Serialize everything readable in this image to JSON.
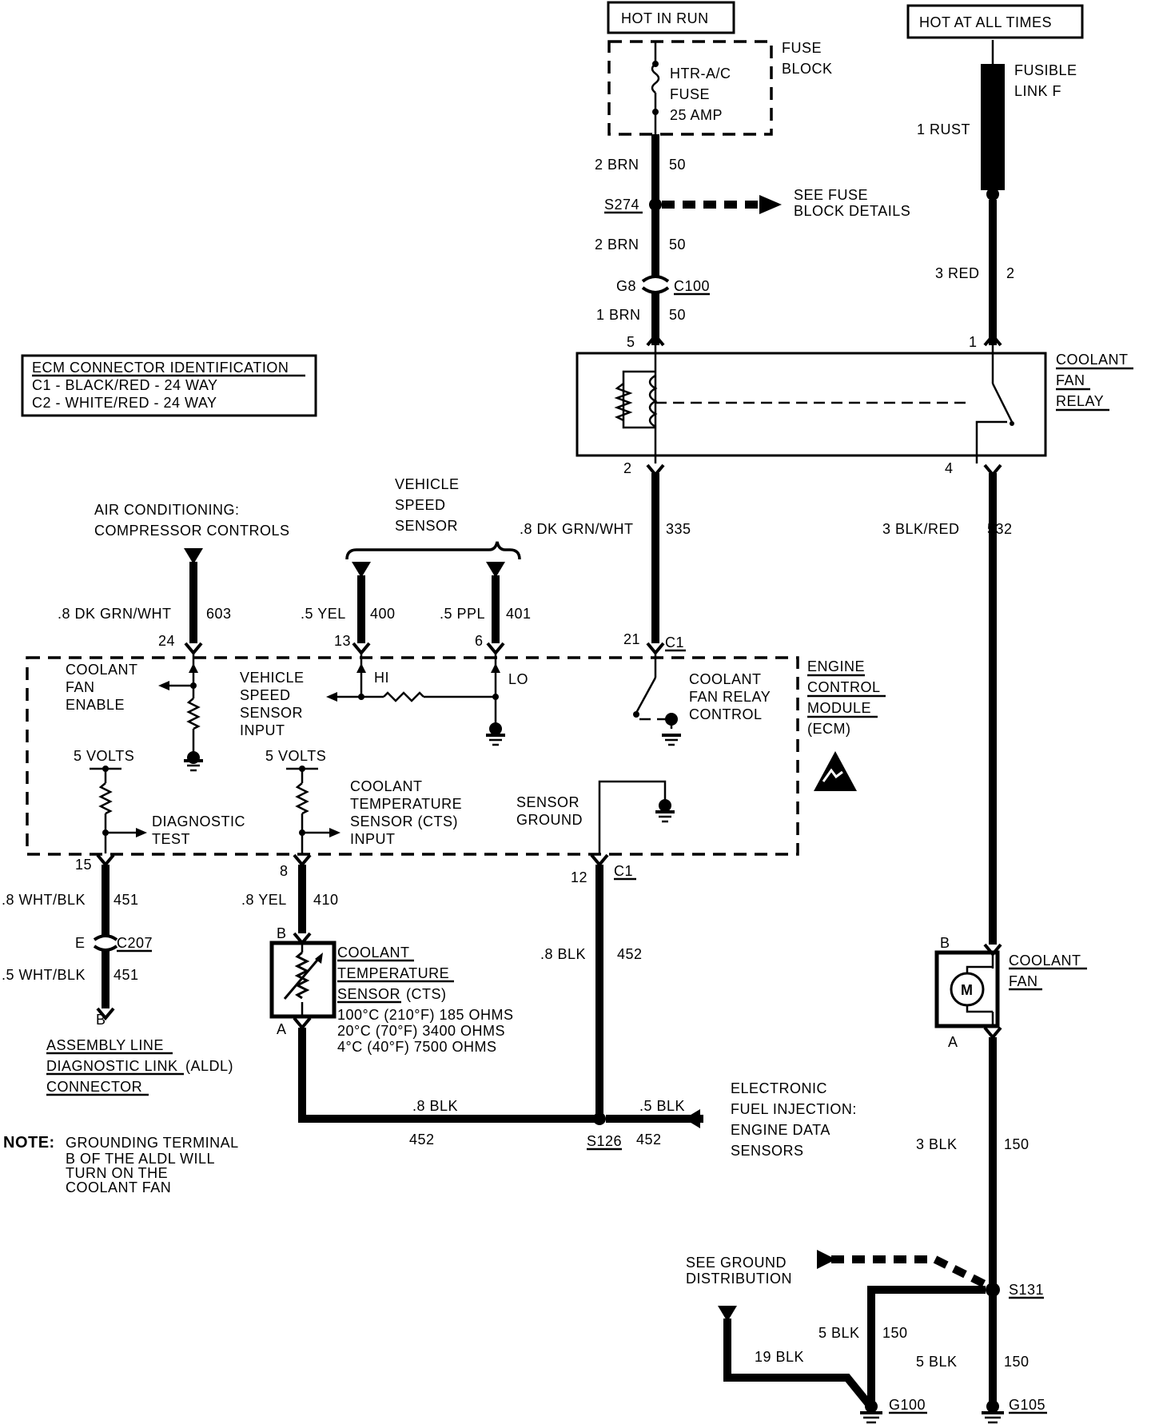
{
  "labels": {
    "hot_in_run": "HOT IN RUN",
    "hot_at_all_times": "HOT AT ALL TIMES",
    "fuse_block_1": "FUSE",
    "fuse_block_2": "BLOCK",
    "fuse_1": "HTR-A/C",
    "fuse_2": "FUSE",
    "fuse_3": "25 AMP",
    "fusible_1": "FUSIBLE",
    "fusible_2": "LINK F",
    "rust": "1 RUST",
    "w_2brn_a": "2 BRN",
    "c50_a": "50",
    "s274": "S274",
    "see_fuse_1": "SEE FUSE",
    "see_fuse_2": "BLOCK DETAILS",
    "w_2brn_b": "2 BRN",
    "c50_b": "50",
    "g8": "G8",
    "c100": "C100",
    "w_1brn": "1 BRN",
    "c50_c": "50",
    "w_3red": "3 RED",
    "c2": "2",
    "pin5": "5",
    "pin1": "1",
    "relay_1": "COOLANT",
    "relay_2": "FAN",
    "relay_3": "RELAY",
    "pin2": "2",
    "pin4": "4",
    "ecm_id_title": "ECM CONNECTOR IDENTIFICATION",
    "ecm_id_c1": "C1 - BLACK/RED - 24 WAY",
    "ecm_id_c2": "C2 - WHITE/RED - 24 WAY",
    "vss_1": "VEHICLE",
    "vss_2": "SPEED",
    "vss_3": "SENSOR",
    "ac_1": "AIR CONDITIONING:",
    "ac_2": "COMPRESSOR CONTROLS",
    "w_8dkgrnwht_335": ".8 DK GRN/WHT",
    "c335": "335",
    "w_3blkred": "3 BLK/RED",
    "c532": "532",
    "w_8dkgrnwht_603": ".8 DK GRN/WHT",
    "c603": "603",
    "w_5yel": ".5 YEL",
    "c400": "400",
    "w_5ppl": ".5 PPL",
    "c401": "401",
    "pin24": "24",
    "pin13": "13",
    "pin6": "6",
    "pin21": "21",
    "c1_a": "C1",
    "ecm_1": "ENGINE",
    "ecm_2": "CONTROL",
    "ecm_3": "MODULE",
    "ecm_4": "(ECM)",
    "cfe_1": "COOLANT",
    "cfe_2": "FAN",
    "cfe_3": "ENABLE",
    "vssi_1": "VEHICLE",
    "vssi_2": "SPEED",
    "vssi_3": "SENSOR",
    "vssi_4": "INPUT",
    "hi": "HI",
    "lo": "LO",
    "cfrc_1": "COOLANT",
    "cfrc_2": "FAN RELAY",
    "cfrc_3": "CONTROL",
    "volts_a": "5 VOLTS",
    "volts_b": "5 VOLTS",
    "diag_1": "DIAGNOSTIC",
    "diag_2": "TEST",
    "ctsi_1": "COOLANT",
    "ctsi_2": "TEMPERATURE",
    "ctsi_3": "SENSOR (CTS)",
    "ctsi_4": "INPUT",
    "sg_1": "SENSOR",
    "sg_2": "GROUND",
    "pin15": "15",
    "pin8": "8",
    "pin12": "12",
    "c1_b": "C1",
    "w_8whtblk": ".8 WHT/BLK",
    "c451_a": "451",
    "w_8yel": ".8 YEL",
    "c410": "410",
    "pinE": "E",
    "c207": "C207",
    "w_5whtblk": ".5 WHT/BLK",
    "c451_b": "451",
    "pinB_aldl": "B",
    "pinB_cts": "B",
    "cts_1": "COOLANT",
    "cts_2": "TEMPERATURE",
    "cts_3": "SENSOR",
    "cts_4": "(CTS)",
    "cts_r1": "100°C (210°F) 185 OHMS",
    "cts_r2": "20°C (70°F) 3400 OHMS",
    "cts_r3": "4°C (40°F) 7500 OHMS",
    "pinA_cts": "A",
    "w_8blk_452": ".8 BLK",
    "c452_a": "452",
    "pinB_fan": "B",
    "fan_1": "COOLANT",
    "fan_2": "FAN",
    "motor_m": "M",
    "pinA_fan": "A",
    "aldl_1": "ASSEMBLY LINE",
    "aldl_2": "DIAGNOSTIC LINK",
    "aldl_3": "(ALDL)",
    "aldl_4": "CONNECTOR",
    "note_head": "NOTE:",
    "note_1": "GROUNDING TERMINAL",
    "note_2": "B OF THE ALDL WILL",
    "note_3": "TURN ON THE",
    "note_4": "COOLANT FAN",
    "w_8blk_bottom": ".8 BLK",
    "c452_b": "452",
    "s126": "S126",
    "c452_c": "452",
    "w_5blk_efi": ".5 BLK",
    "efi_1": "ELECTRONIC",
    "efi_2": "FUEL INJECTION:",
    "efi_3": "ENGINE DATA",
    "efi_4": "SENSORS",
    "w_3blk": "3 BLK",
    "c150_a": "150",
    "sgd_1": "SEE GROUND",
    "sgd_2": "DISTRIBUTION",
    "s131": "S131",
    "w_5blk_a": "5 BLK",
    "c150_b": "150",
    "w_19blk": "19 BLK",
    "w_5blk_b": "5 BLK",
    "c150_c": "150",
    "g100": "G100",
    "g105": "G105"
  }
}
